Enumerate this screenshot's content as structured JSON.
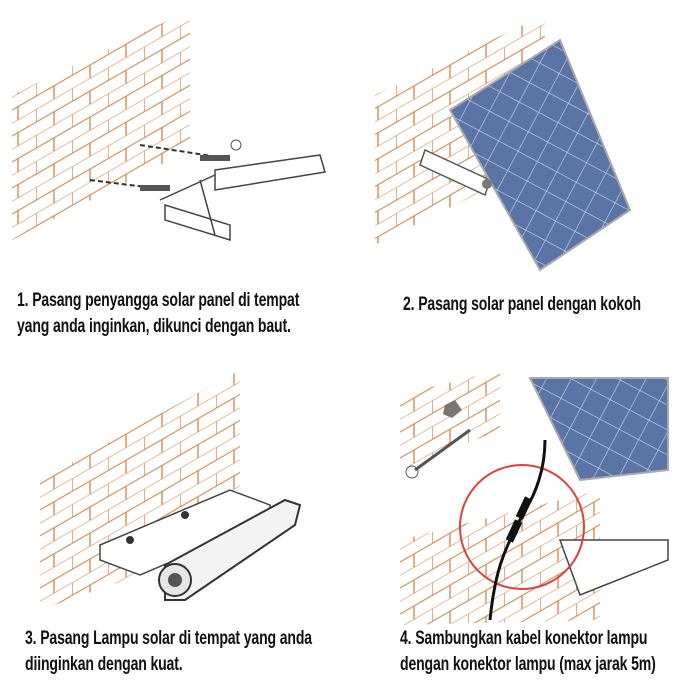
{
  "steps": [
    {
      "number": 1,
      "caption_line1": "1. Pasang penyangga solar panel di tempat",
      "caption_line2": "yang anda inginkan, dikunci dengan baut."
    },
    {
      "number": 2,
      "caption_line1": "2. Pasang solar panel dengan kokoh"
    },
    {
      "number": 3,
      "caption_line1": "3. Pasang Lampu solar di tempat yang anda",
      "caption_line2": "diinginkan dengan kuat."
    },
    {
      "number": 4,
      "caption_line1": "4. Sambungkan kabel konektor lampu",
      "caption_line2": "dengan konektor lampu (max jarak 5m)"
    }
  ],
  "colors": {
    "brick": "#d9864e",
    "panel": "#4f6a9a",
    "highlight_circle": "#e0403a"
  }
}
